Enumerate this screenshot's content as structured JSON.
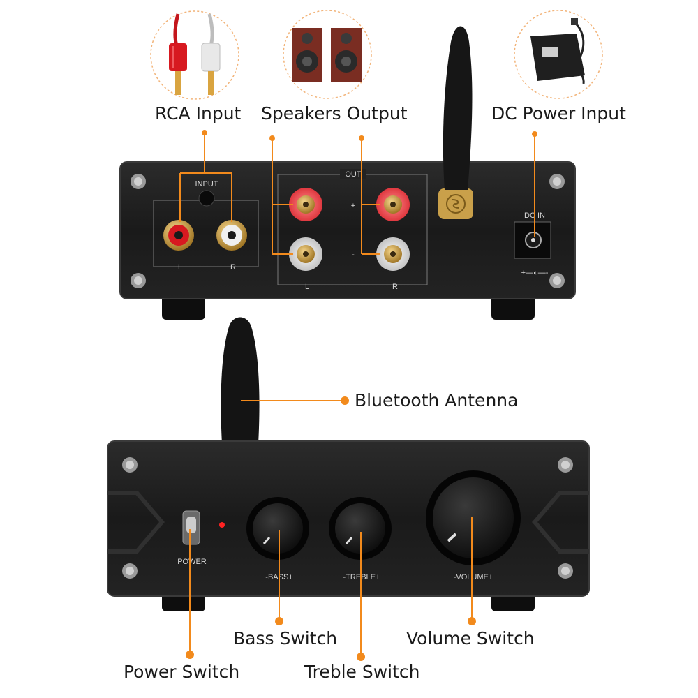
{
  "colors": {
    "accent": "#f28a1c",
    "chassis": "#1c1c1c",
    "text": "#1a1a1a"
  },
  "callouts": {
    "rca_input": "RCA Input",
    "speakers_output": "Speakers Output",
    "dc_power_input": "DC Power Input",
    "bluetooth_antenna": "Bluetooth Antenna",
    "bass_switch": "Bass Switch",
    "volume_switch": "Volume Switch",
    "power_switch": "Power Switch",
    "treble_switch": "Treble Switch"
  },
  "rear_panel": {
    "input_label": "INPUT",
    "out_label": "OUT",
    "left_label": "L",
    "right_label": "R",
    "plus_label": "+",
    "minus_label": "-",
    "dc_in_label": "DC IN",
    "polarity_label": "+—◐—-"
  },
  "front_panel": {
    "power_label": "POWER",
    "bass_label": "-BASS+",
    "treble_label": "-TREBLE+",
    "volume_label": "-VOLUME+"
  },
  "icons": [
    "rca-cable-icon",
    "speakers-icon",
    "power-adapter-icon",
    "screw-icon",
    "bluetooth-logo-icon"
  ]
}
